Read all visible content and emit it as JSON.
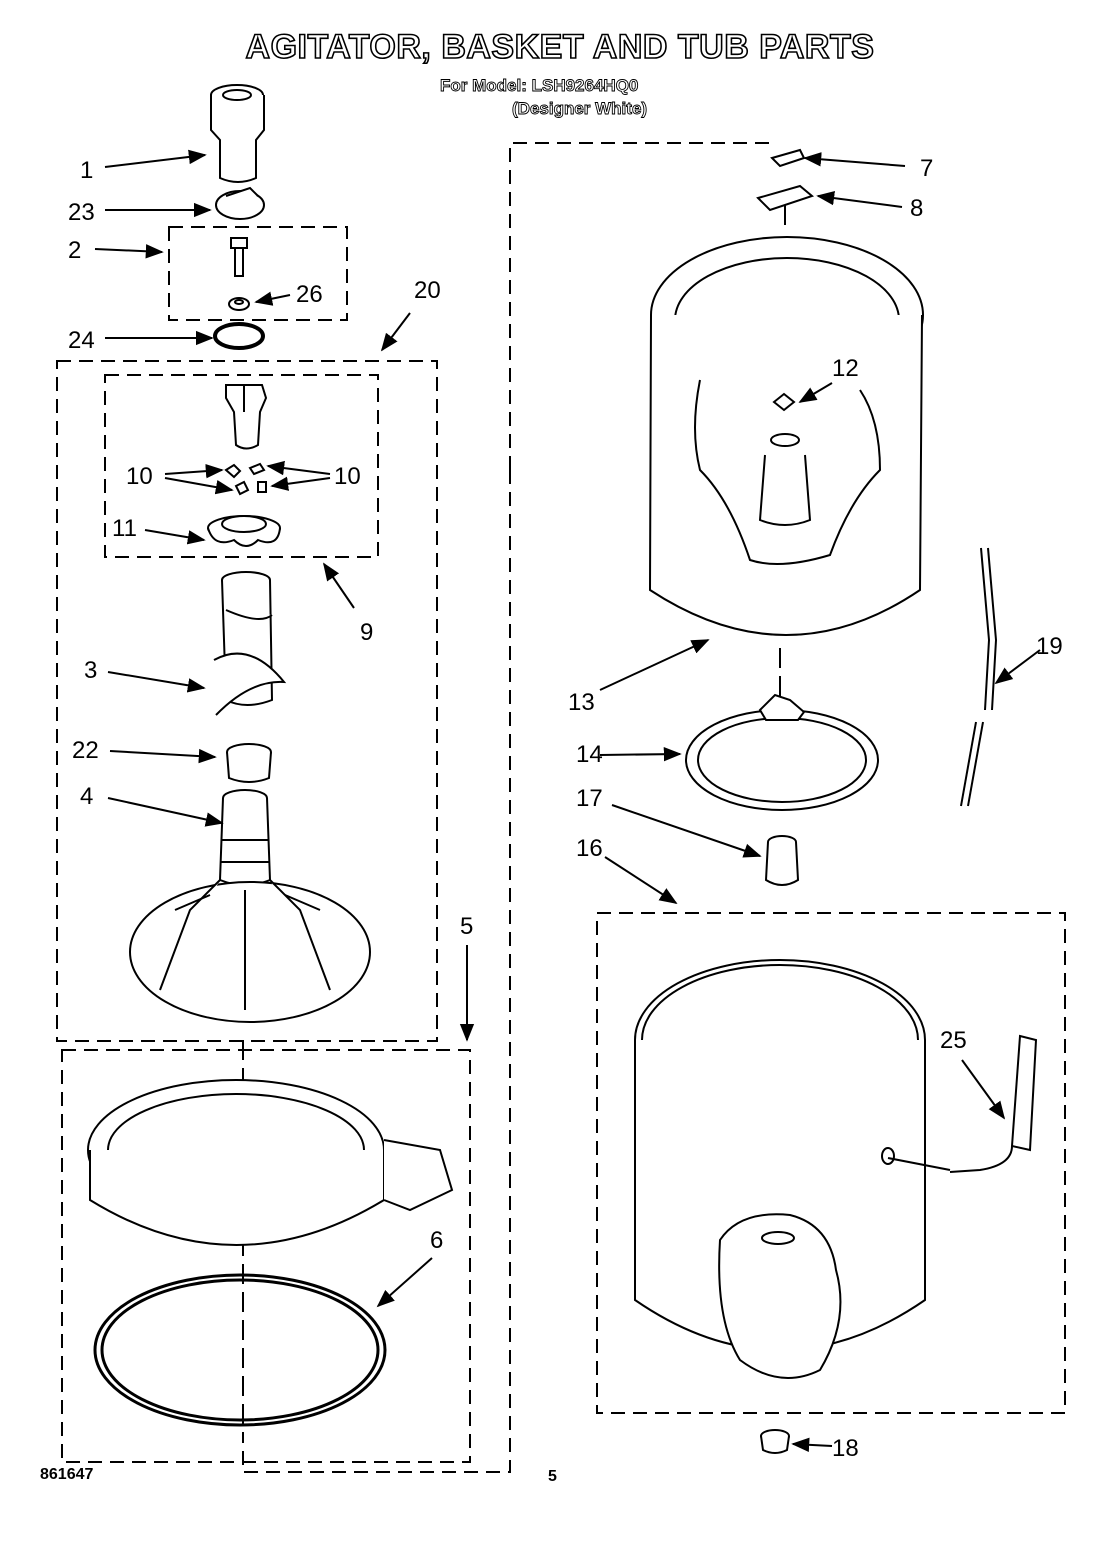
{
  "header": {
    "title": "AGITATOR, BASKET AND TUB PARTS",
    "model_line": "For Model: LSH9264HQ0",
    "color_line": "(Designer White)"
  },
  "footer": {
    "doc_number": "861647",
    "page_number": "5"
  },
  "callouts": {
    "c1": "1",
    "c23": "23",
    "c2": "2",
    "c26": "26",
    "c24": "24",
    "c20": "20",
    "c10a": "10",
    "c10b": "10",
    "c11": "11",
    "c9": "9",
    "c3": "3",
    "c22": "22",
    "c4": "4",
    "c5": "5",
    "c6": "6",
    "c7": "7",
    "c8": "8",
    "c12": "12",
    "c13": "13",
    "c14": "14",
    "c17": "17",
    "c16": "16",
    "c19": "19",
    "c25": "25",
    "c18": "18"
  }
}
